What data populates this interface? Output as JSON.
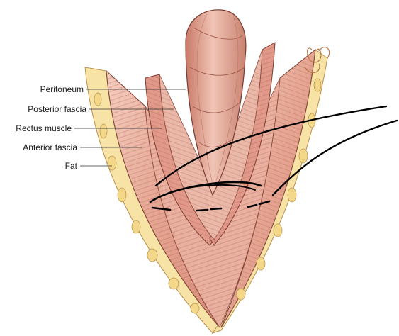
{
  "labels": {
    "peritoneum": "Peritoneum",
    "posterior_fascia": "Posterior fascia",
    "rectus_muscle": "Rectus muscle",
    "anterior_fascia": "Anterior fascia",
    "fat": "Fat"
  },
  "colors": {
    "background": "#ffffff",
    "muscle": "#e6a593",
    "muscle_light": "#f2c9bb",
    "muscle_dark": "#b96a5a",
    "fascia_edge": "#7a3b30",
    "fat": "#f7e3a6",
    "fat_edge": "#b98f4a",
    "suture": "#000000",
    "leader_line": "#333333"
  }
}
